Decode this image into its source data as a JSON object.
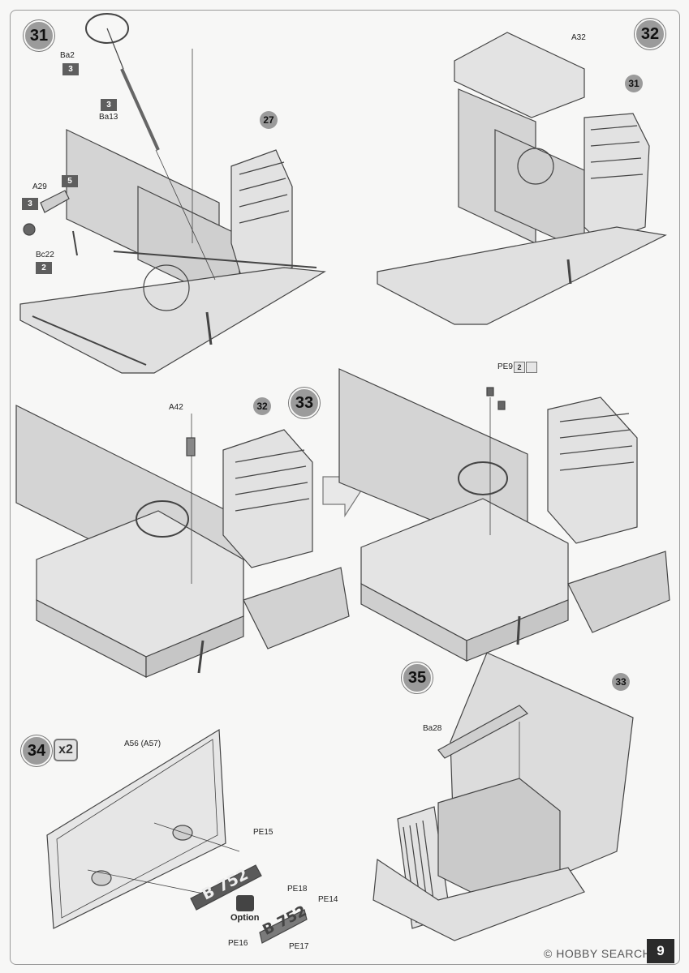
{
  "page_number": "9",
  "watermark": "© HOBBY SEARCH",
  "steps": [
    {
      "number": "31"
    },
    {
      "number": "32"
    },
    {
      "number": "33"
    },
    {
      "number": "34"
    },
    {
      "number": "35"
    }
  ],
  "step34_multiplier": "x2",
  "refs": {
    "r27": "27",
    "r31": "31",
    "r32": "32",
    "r33": "33"
  },
  "parts": {
    "ba2": "Ba2",
    "ba13": "Ba13",
    "a29": "A29",
    "bc22": "Bc22",
    "a32": "A32",
    "a42": "A42",
    "pe9": "PE9",
    "ba28": "Ba28",
    "a56": "A56 (A57)",
    "pe15": "PE15",
    "pe18": "PE18",
    "pe14": "PE14",
    "pe16": "PE16",
    "pe17": "PE17"
  },
  "qty_boxes": {
    "ba2": "3",
    "ba13": "3",
    "a29_top": "5",
    "a29_left": "3",
    "bc22": "2"
  },
  "pe9_marks": "2",
  "option_label": "Option",
  "plate_text": "B 752",
  "plate_text_small": "B 752"
}
